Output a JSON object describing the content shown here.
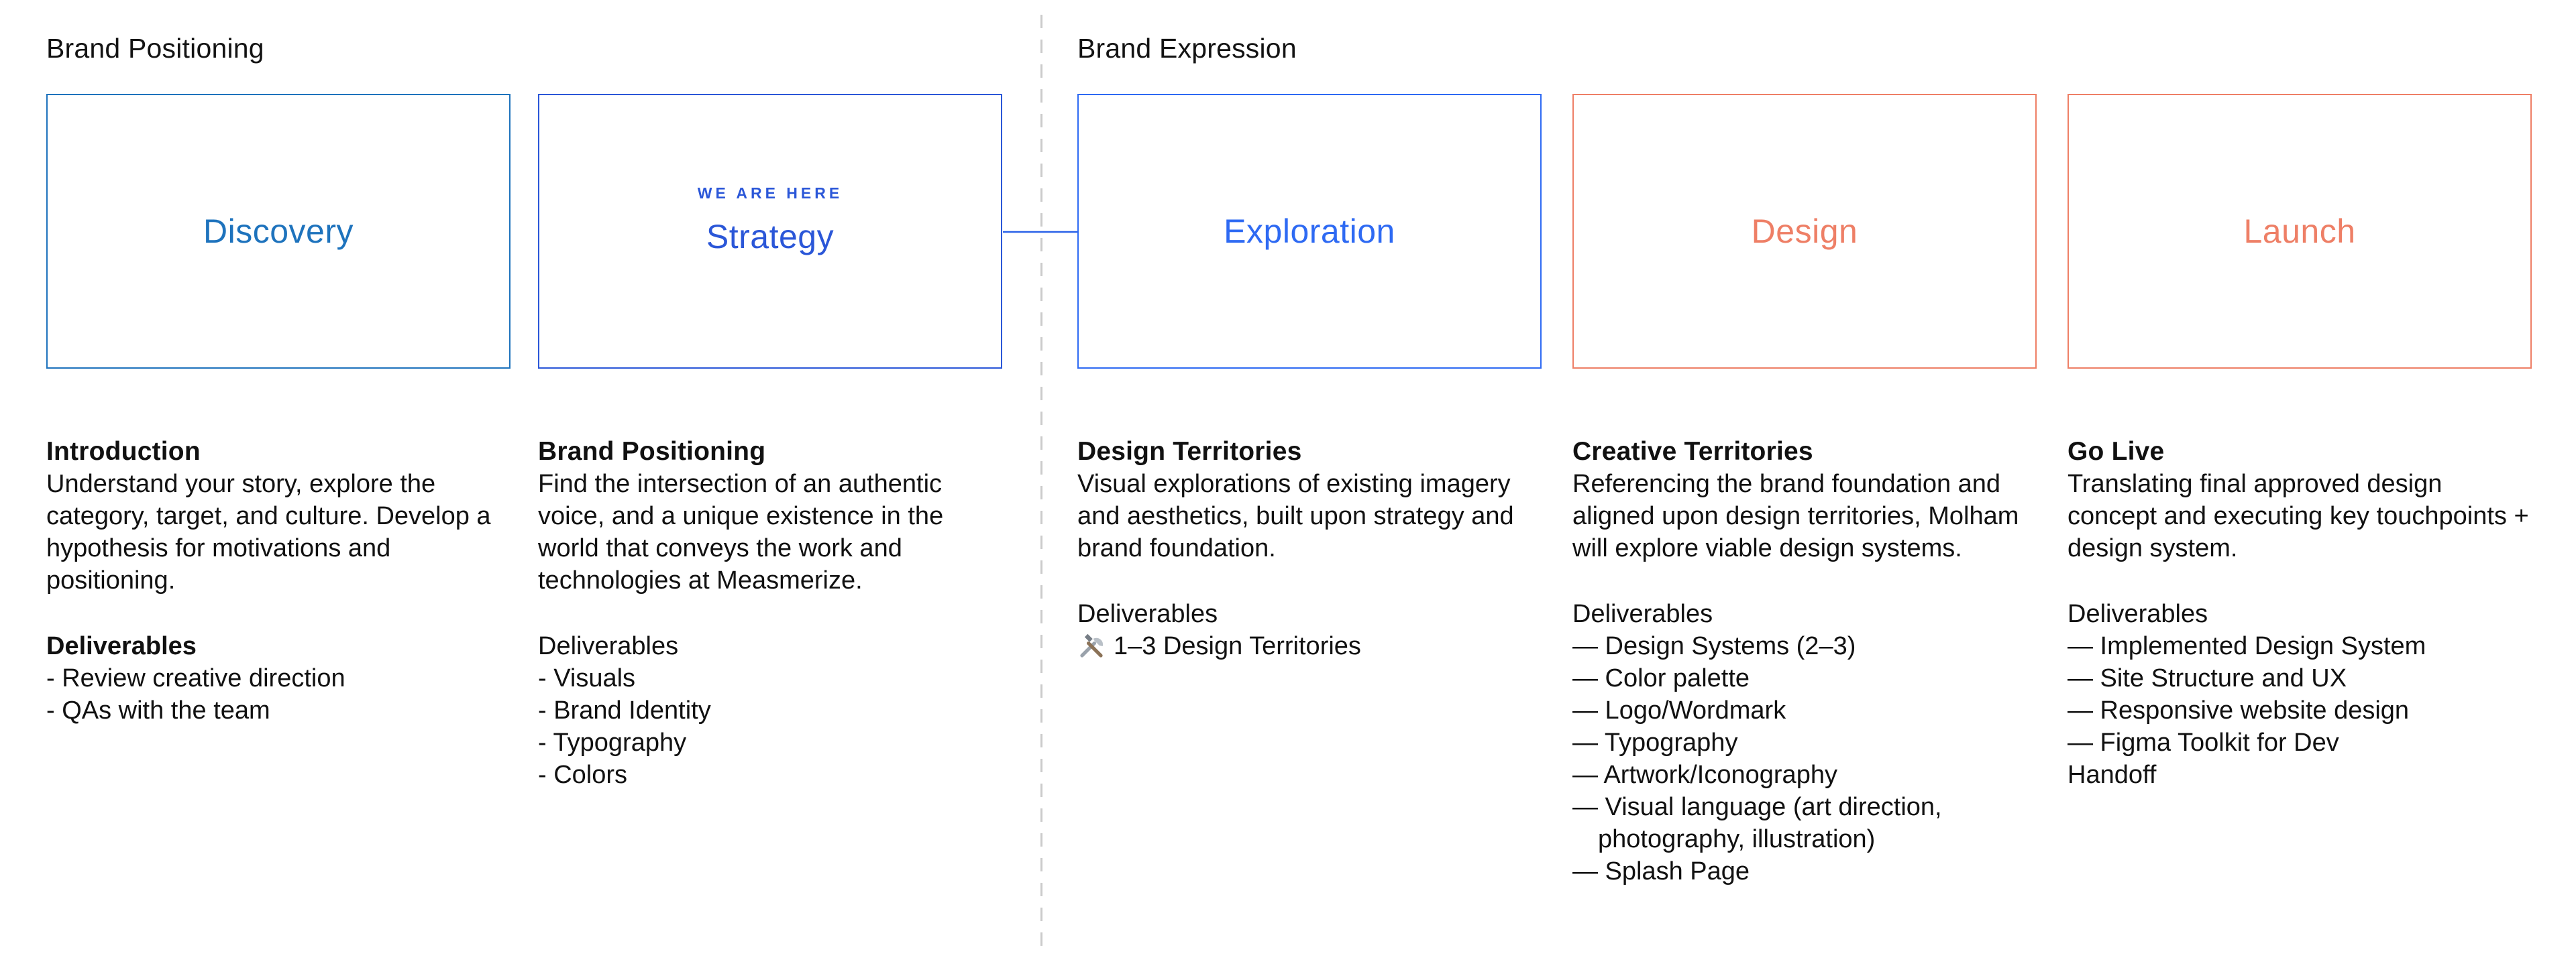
{
  "sections": [
    {
      "label": "Brand Positioning"
    },
    {
      "label": "Brand Expression"
    }
  ],
  "stages": [
    {
      "title": "Discovery",
      "accent": "#1e73bd",
      "heading": "Introduction",
      "description": "Understand your story, explore the category, target, and culture. Develop a hypothesis for motivations and positioning.",
      "deliverables_label": "Deliverables",
      "deliverables": [
        "- Review creative direction",
        "- QAs with the team"
      ]
    },
    {
      "title": "Strategy",
      "tag": "WE ARE HERE",
      "accent": "#2b57d8",
      "heading": "Brand Positioning",
      "description": "Find the intersection of an authentic voice, and a unique existence in the world that conveys the work and technologies at Measmerize.",
      "deliverables_label": "Deliverables",
      "deliverables": [
        "- Visuals",
        "- Brand Identity",
        "- Typography",
        "- Colors"
      ]
    },
    {
      "title": "Exploration",
      "accent": "#2e6af3",
      "heading": "Design Territories",
      "description": "Visual explorations of existing imagery and aesthetics, built upon strategy and brand foundation.",
      "deliverables_label": "Deliverables",
      "deliverables_icon": "hammer-wrench-icon",
      "deliverables": [
        "1–3 Design Territories"
      ]
    },
    {
      "title": "Design",
      "accent": "#ee7f66",
      "heading": "Creative Territories",
      "description": "Referencing the brand foundation and aligned upon design territories, Molham will explore viable design systems.",
      "deliverables_label": "Deliverables",
      "deliverables": [
        "— Design Systems (2–3)",
        "— Color palette",
        "— Logo/Wordmark",
        "— Typography",
        "— Artwork/Iconography",
        "— Visual language (art direction,",
        "photography, illustration)",
        "— Splash Page"
      ]
    },
    {
      "title": "Launch",
      "accent": "#ee7f66",
      "heading": "Go Live",
      "description": "Translating final approved design concept and executing key touchpoints + design system.",
      "deliverables_label": "Deliverables",
      "deliverables": [
        "— Implemented Design System",
        "— Site Structure and UX",
        "— Responsive website design",
        "— Figma Toolkit for Dev Handoff"
      ]
    }
  ],
  "colors": {
    "discovery_blue": "#1e73bd",
    "strategy_blue": "#2b57d8",
    "exploration_blue": "#2e6af3",
    "stage_salmon": "#ee7f66",
    "arrow_blue": "#2a62e8",
    "divider_gray": "#cbcbcb",
    "text_color": "#111111",
    "background": "#ffffff"
  },
  "icons": {
    "flow_arrow": "arrow-right-icon",
    "exploration_bullet": "hammer-wrench-icon"
  }
}
